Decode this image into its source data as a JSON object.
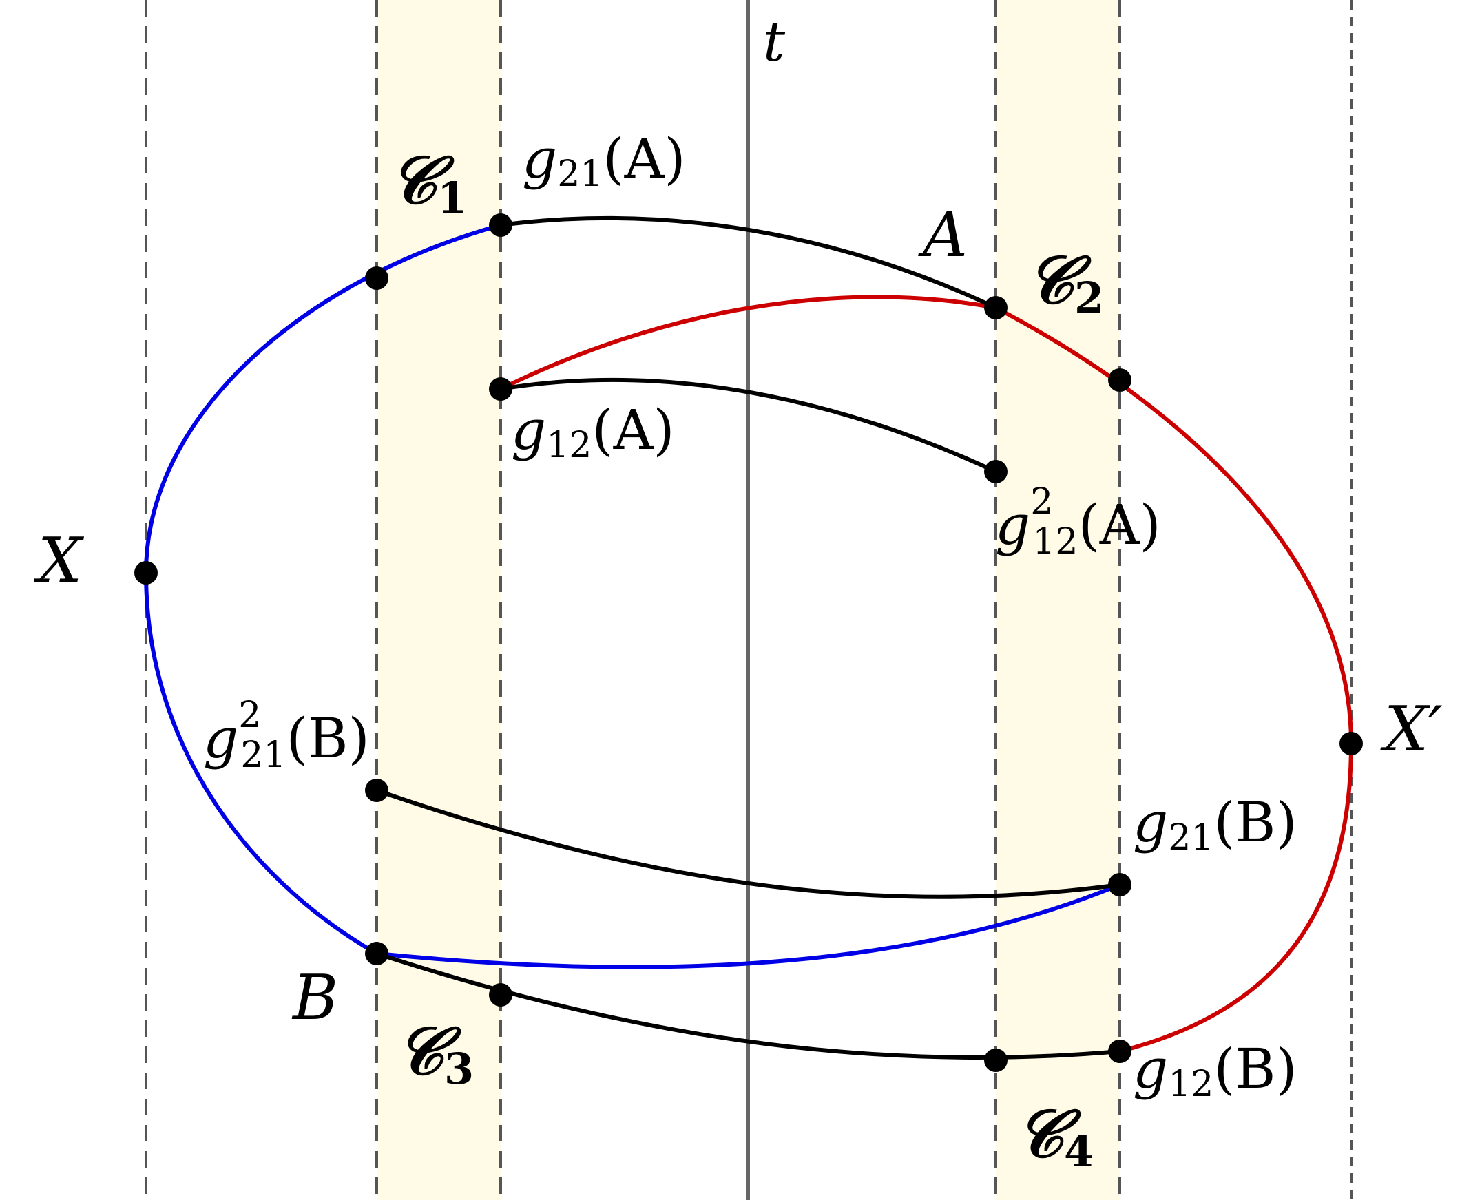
{
  "colors": {
    "strip_fill": "#fffbe6",
    "dashed_line": "#555555",
    "axis_line": "#666666",
    "blue_curve": "#0000e6",
    "red_curve": "#cc0000",
    "black_curve": "#000000",
    "point": "#000000"
  },
  "labels": {
    "t": "t",
    "X": "X",
    "X_prime": "X′",
    "A": "A",
    "B": "B",
    "C1": {
      "main": "𝒞",
      "sub": "1"
    },
    "C2": {
      "main": "𝒞",
      "sub": "2"
    },
    "C3": {
      "main": "𝒞",
      "sub": "3"
    },
    "C4": {
      "main": "𝒞",
      "sub": "4"
    },
    "g21A": {
      "g": "g",
      "sub": "21",
      "arg": "(A)"
    },
    "g12A": {
      "g": "g",
      "sub": "12",
      "arg": "(A)"
    },
    "g12sqA": {
      "g": "g",
      "sup": "2",
      "sub": "12",
      "arg": "(A)"
    },
    "g21sqB": {
      "g": "g",
      "sup": "2",
      "sub": "21",
      "arg": "(B)"
    },
    "g21B": {
      "g": "g",
      "sub": "21",
      "arg": "(B)"
    },
    "g12B": {
      "g": "g",
      "sub": "12",
      "arg": "(B)"
    }
  }
}
